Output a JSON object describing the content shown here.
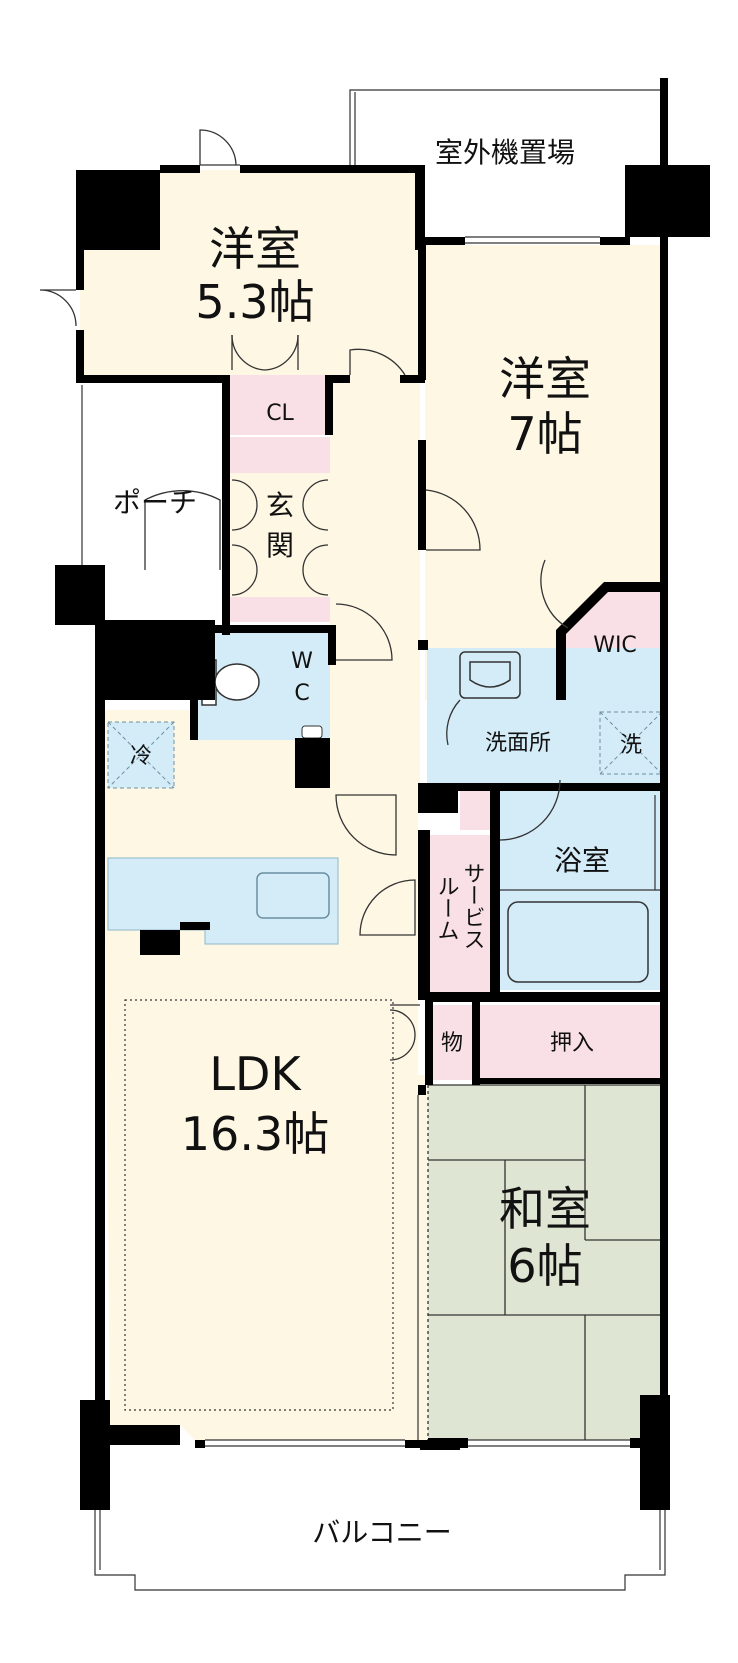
{
  "rooms": {
    "western_room_1": {
      "name": "洋室",
      "size": "5.3帖"
    },
    "western_room_2": {
      "name": "洋室",
      "size": "7帖"
    },
    "ldk": {
      "name": "LDK",
      "size": "16.3帖"
    },
    "japanese_room": {
      "name": "和室",
      "size": "6帖"
    }
  },
  "labels": {
    "outdoor_unit_area": "室外機置場",
    "porch": "ポーチ",
    "entrance_char1": "玄",
    "entrance_char2": "関",
    "closet": "CL",
    "toilet_w": "W",
    "toilet_c": "C",
    "walk_in_closet": "WIC",
    "refrigerator": "冷",
    "washroom": "洗面所",
    "washer": "洗",
    "bathroom": "浴室",
    "service_room_col1": "サービス",
    "service_room_col2": "ルーム",
    "storage": "物",
    "oshiire": "押入",
    "balcony": "バルコニー"
  },
  "colors": {
    "wall": "#000000",
    "western_floor": "#fdf7e4",
    "wet_area": "#d4ecf7",
    "storage": "#f9dfe6",
    "tatami": "#dfe5d3"
  }
}
